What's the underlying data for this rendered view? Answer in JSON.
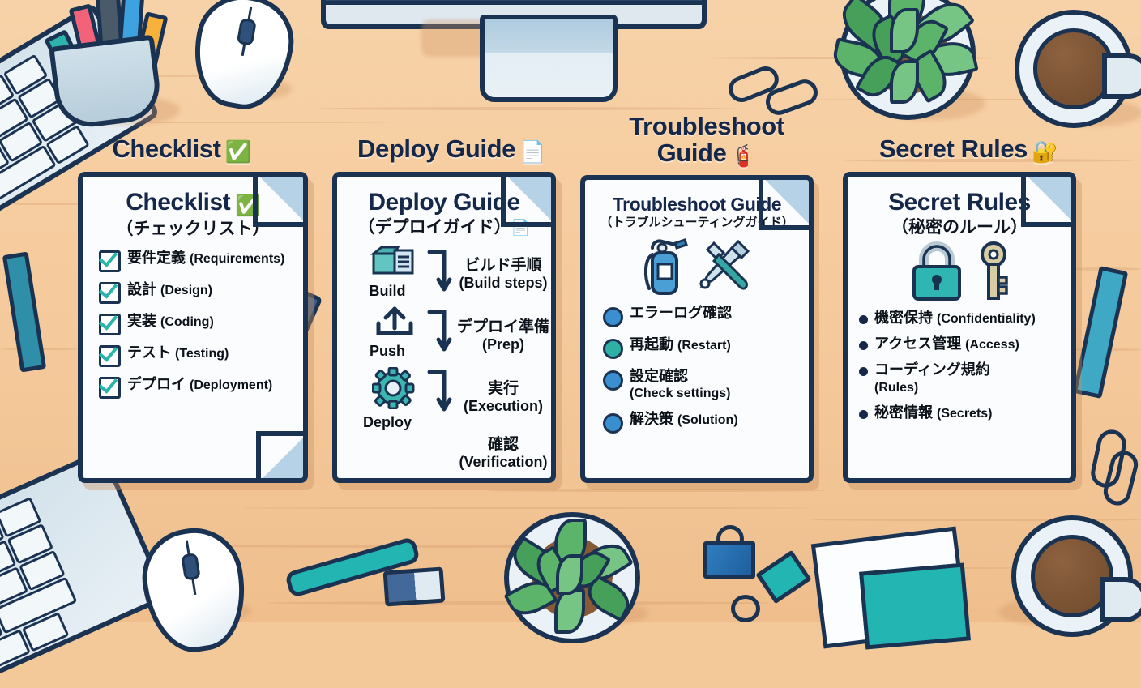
{
  "scene": {
    "description": "Illustrated wooden desk workspace with four document cards",
    "desk_color": "#f3c697",
    "ink_color": "#1b3352",
    "accent_teal": "#22b5b2",
    "accent_blue": "#3a8fd0",
    "accent_green": "#2fab6e",
    "paper_color": "#fbfcfd",
    "fold_color": "#b5d2e6"
  },
  "desk_titles": [
    {
      "text": "Checklist",
      "icon": "check-box-icon",
      "glyph": "✅"
    },
    {
      "text": "Deploy Guide",
      "icon": "document-icon",
      "glyph": "📄"
    },
    {
      "text": "Troubleshoot",
      "text2": "Guide",
      "icon": "fire-extinguisher-icon",
      "glyph": "🧯"
    },
    {
      "text": "Secret Rules",
      "icon": "lock-icon",
      "glyph": "🔐"
    }
  ],
  "cards": [
    {
      "id": "checklist",
      "title": "Checklist",
      "title_glyph": "✅",
      "subtitle": "（チェックリスト）",
      "marker": "checkbox",
      "items": [
        {
          "jp": "要件定義",
          "en": "(Requirements)"
        },
        {
          "jp": "設計",
          "en": "(Design)"
        },
        {
          "jp": "実装",
          "en": "(Coding)"
        },
        {
          "jp": "テスト",
          "en": "(Testing)"
        },
        {
          "jp": "デプロイ",
          "en": "(Deployment)"
        }
      ]
    },
    {
      "id": "deploy-guide",
      "title": "Deploy Guide",
      "title_glyph": "📄",
      "subtitle": "（デプロイガイド）",
      "marker": "flow",
      "steps": [
        {
          "icon": "build-box-icon",
          "label": "Build",
          "jp": "ビルド手順",
          "en": "(Build steps)"
        },
        {
          "icon": "upload-arrow-icon",
          "label": "Push",
          "jp": "デプロイ準備",
          "en": "(Prep)"
        },
        {
          "icon": "gear-icon",
          "label": "Deploy",
          "jp": "実行",
          "en": "(Execution)"
        },
        {
          "icon": "none",
          "label": "",
          "jp": "確認",
          "en": "(Verification)"
        }
      ]
    },
    {
      "id": "troubleshoot-guide",
      "title": "Troubleshoot Guide",
      "title_glyph": "",
      "subtitle": "（トラブルシューティングガイド）",
      "marker": "dot",
      "icons": [
        "fire-extinguisher-icon",
        "wrench-screwdriver-icon"
      ],
      "items": [
        {
          "jp": "エラーログ確認",
          "en": "",
          "dot_color": "#3a8fd0"
        },
        {
          "jp": "再起動",
          "en": "(Restart)",
          "dot_color": "#2eb0a4"
        },
        {
          "jp": "設定確認",
          "en": "(Check settings)",
          "dot_color": "#3a8fd0",
          "wrap": true
        },
        {
          "jp": "解決策",
          "en": "(Solution)",
          "dot_color": "#3a8fd0"
        }
      ]
    },
    {
      "id": "secret-rules",
      "title": "Secret Rules",
      "title_glyph": "",
      "subtitle": "（秘密のルール）",
      "marker": "bullet",
      "icons": [
        "padlock-icon",
        "key-icon"
      ],
      "items": [
        {
          "jp": "機密保持",
          "en": "(Confidentiality)"
        },
        {
          "jp": "アクセス管理",
          "en": "(Access)"
        },
        {
          "jp": "コーディング規約",
          "en": "(Rules)",
          "wrap": true
        },
        {
          "jp": "秘密情報",
          "en": "(Secrets)"
        }
      ]
    }
  ],
  "desk_objects": [
    "monitor",
    "monitor-stand",
    "keyboard-top-left",
    "keyboard-bottom-left",
    "mouse-top",
    "mouse-bottom",
    "pen-cup",
    "succulent-plant-top-right",
    "succulent-plant-bottom-center",
    "coffee-mug-top-right",
    "coffee-mug-bottom-right",
    "paperclips",
    "binder-clip",
    "teal-pen",
    "eraser",
    "pencil-right",
    "pen-on-checklist",
    "papers-bottom-right",
    "teal-folder"
  ]
}
